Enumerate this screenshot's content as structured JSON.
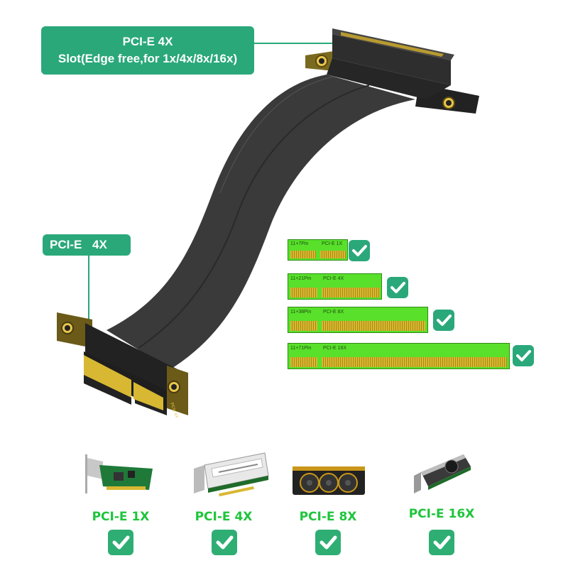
{
  "callouts": {
    "top_line1": "PCI-E 4X",
    "top_line2": "Slot(Edge free,for 1x/4x/8x/16x)",
    "left": "PCI-E  4X"
  },
  "riser_pcb_marking": "PCIe 4X",
  "compat_slots": [
    {
      "pins": "11+7Pin",
      "slot": "PCI-E 1X",
      "supported": true
    },
    {
      "pins": "11+21Pin",
      "slot": "PCI-E 4X",
      "supported": true
    },
    {
      "pins": "11+38Pin",
      "slot": "PCI-E 8X",
      "supported": true
    },
    {
      "pins": "11+71Pin",
      "slot": "PCI-E 16X",
      "supported": true
    }
  ],
  "devices": [
    {
      "label": "PCI-E 1X",
      "icon": "network-card-icon",
      "supported": true
    },
    {
      "label": "PCI-E 4X",
      "icon": "raid-card-icon",
      "supported": true
    },
    {
      "label": "PCI-E 8X",
      "icon": "graphics-card-icon",
      "supported": true
    },
    {
      "label": "PCI-E 16X",
      "icon": "gpu-card-icon",
      "supported": true
    }
  ],
  "colors": {
    "callout_bg": "#2aa87a",
    "slot_green": "#58e02b",
    "label_green": "#1ec53b",
    "pcb_gold": "#d8b832",
    "cable": "#3c3c3c"
  }
}
